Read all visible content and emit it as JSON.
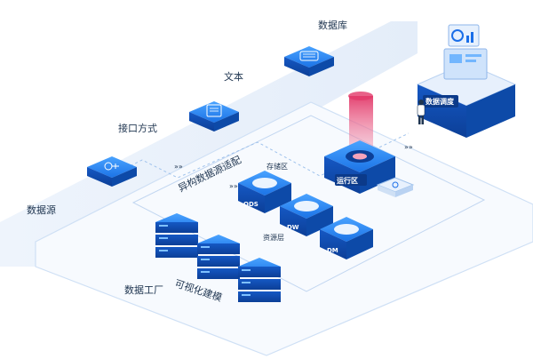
{
  "labels": {
    "database": "数据库",
    "text": "文本",
    "api": "接口方式",
    "source": "数据源",
    "heterogeneous": "异构数据源适配",
    "store": "存储区",
    "runtime": "运行区",
    "resource": "资源层",
    "factory": "数据工厂",
    "visual": "可视化建模",
    "scheduler": "数据调度"
  },
  "layers": [
    "ODS",
    "DW",
    "DM"
  ],
  "colors": {
    "primary": "#1a6ee8",
    "primary_dark": "#0f4fb8",
    "light_band": "#eaf1fb",
    "outline": "#cfe0f5",
    "beam": "#e23a6a"
  }
}
